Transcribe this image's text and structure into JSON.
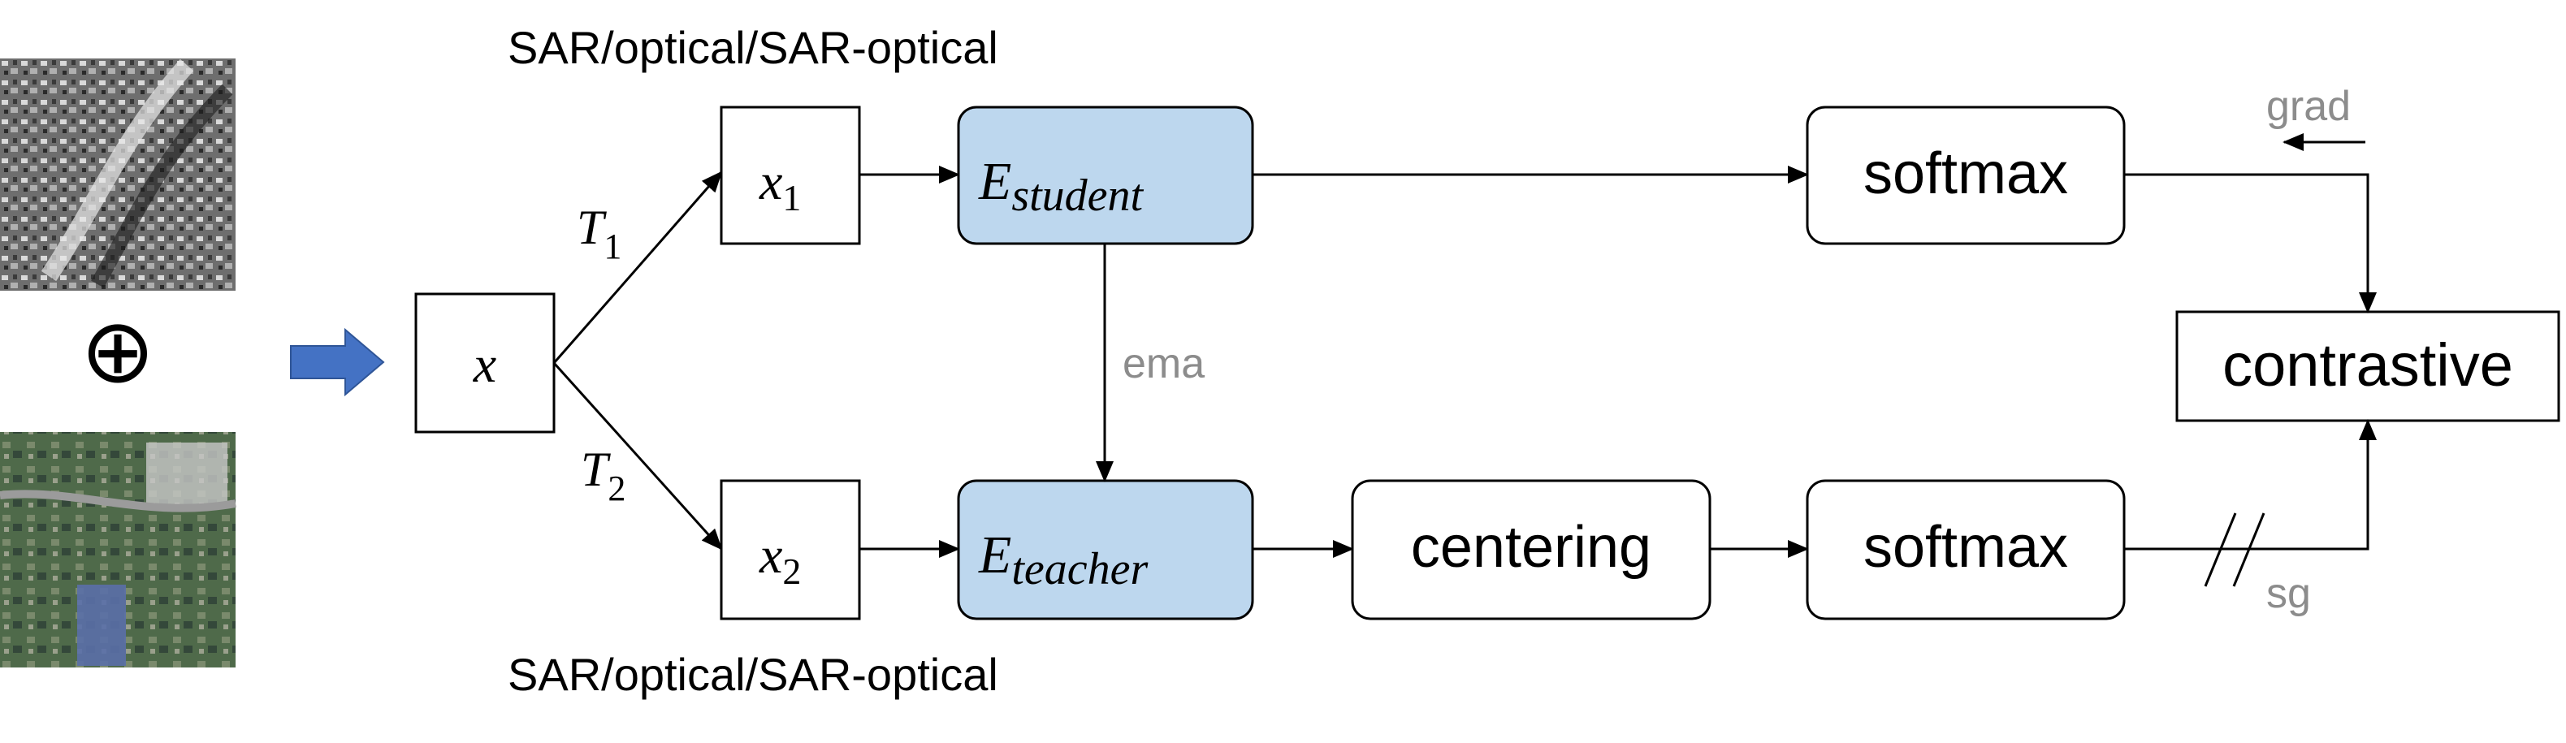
{
  "diagram": {
    "top_modality_label": "SAR/optical/SAR-optical",
    "bottom_modality_label": "SAR/optical/SAR-optical",
    "input": {
      "symbol": "x"
    },
    "transforms": [
      {
        "symbol": "T",
        "sub": "1"
      },
      {
        "symbol": "T",
        "sub": "2"
      }
    ],
    "views": [
      {
        "symbol": "x",
        "sub": "1"
      },
      {
        "symbol": "x",
        "sub": "2"
      }
    ],
    "encoders": {
      "student": {
        "symbol": "E",
        "sub": "student"
      },
      "teacher": {
        "symbol": "E",
        "sub": "teacher"
      }
    },
    "ema_label": "ema",
    "centering_label": "centering",
    "softmax_top_label": "softmax",
    "softmax_bottom_label": "softmax",
    "loss_label": "contrastive",
    "grad_label": "grad",
    "sg_label": "sg",
    "combine_symbol": "⊕",
    "colors": {
      "encoder_fill": "#bdd7ee",
      "input_arrow": "#4472c4",
      "annotation_gray": "#8c8c8c"
    }
  }
}
